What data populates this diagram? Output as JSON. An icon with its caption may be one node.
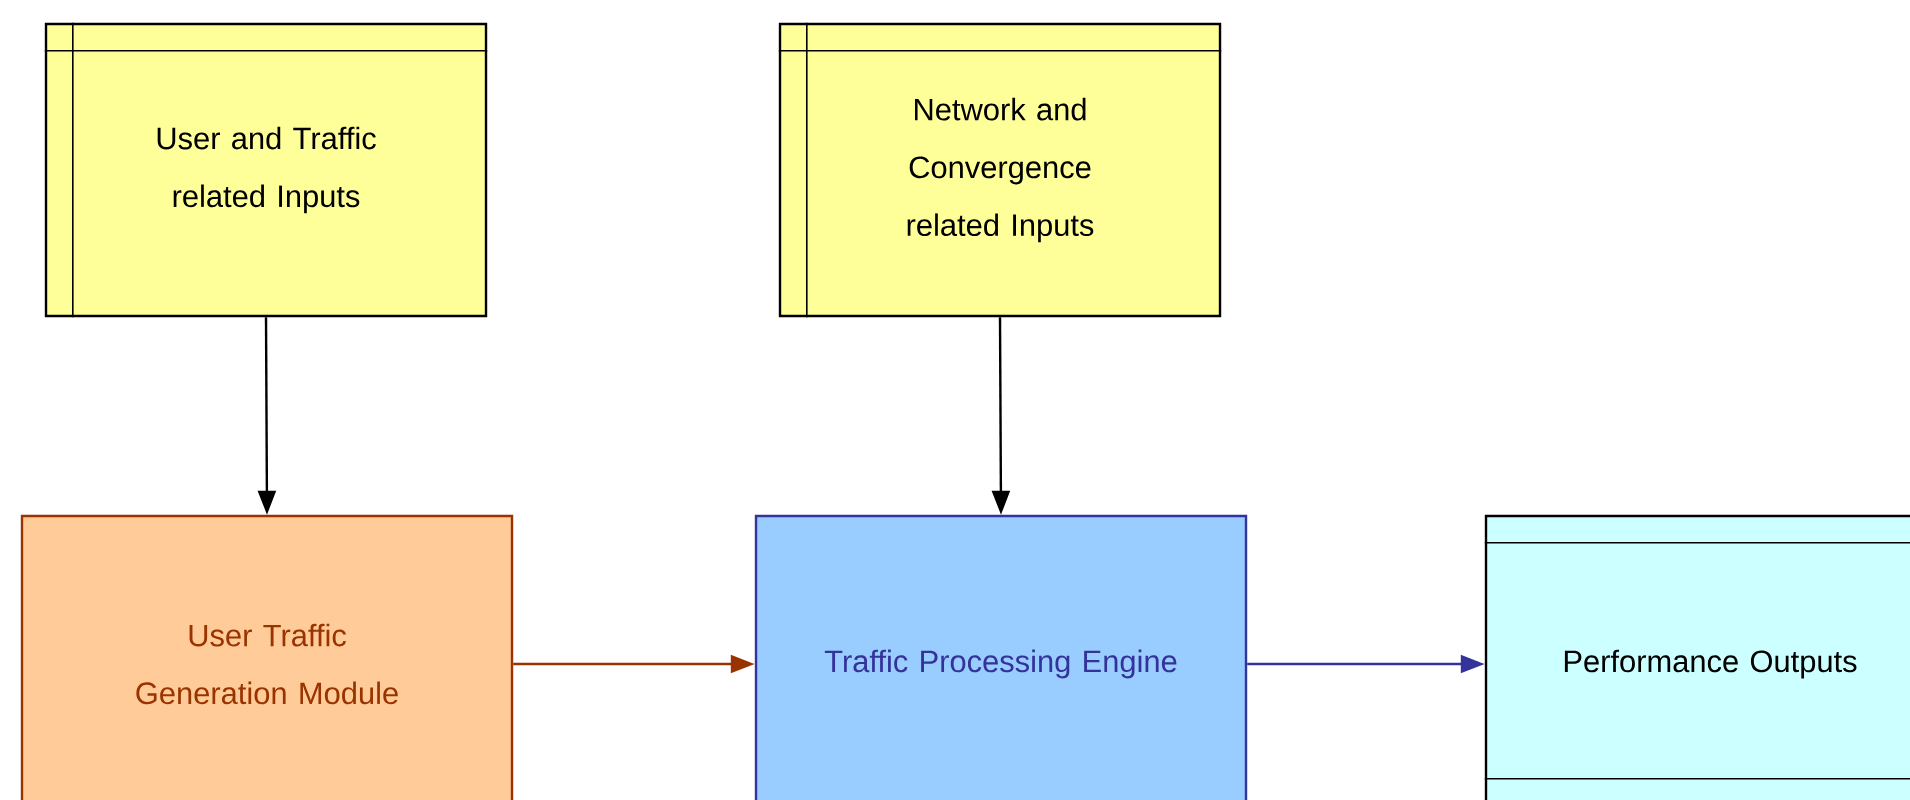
{
  "diagram": {
    "nodes": [
      {
        "text": [
          "User and Traffic related Inputs"
        ]
      },
      {
        "text": [
          "Network and Convergence related Inputs"
        ]
      },
      {
        "text": [
          "User Traffic Generation Module"
        ]
      },
      {
        "text": [
          "Traffic Processing Engine"
        ]
      },
      {
        "text": [
          "Performance Outputs"
        ]
      }
    ],
    "edges": [
      {
        "from": 0,
        "to": 2,
        "arrow": "to"
      },
      {
        "from": 1,
        "to": 3,
        "arrow": "to"
      },
      {
        "from": 2,
        "to": 3,
        "arrow": "to",
        "color": "#993300"
      },
      {
        "from": 3,
        "to": 4,
        "arrow": "to",
        "color": "#333399"
      }
    ]
  }
}
